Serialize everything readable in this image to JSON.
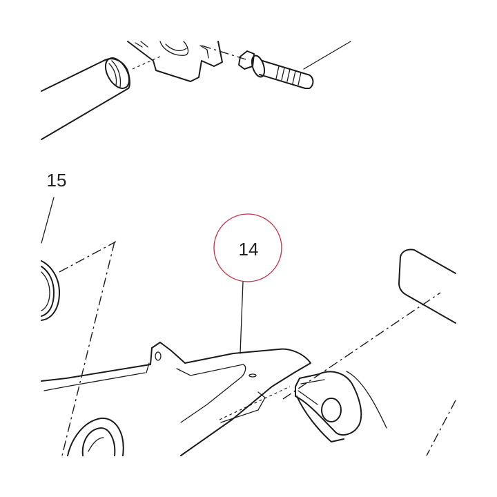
{
  "diagram": {
    "callouts": [
      {
        "id": "15",
        "label": "15",
        "highlighted": false
      },
      {
        "id": "14",
        "label": "14",
        "highlighted": true
      }
    ],
    "highlight_color": "#c0304a",
    "line_color": "#1a1a1a",
    "background": "#ffffff"
  }
}
